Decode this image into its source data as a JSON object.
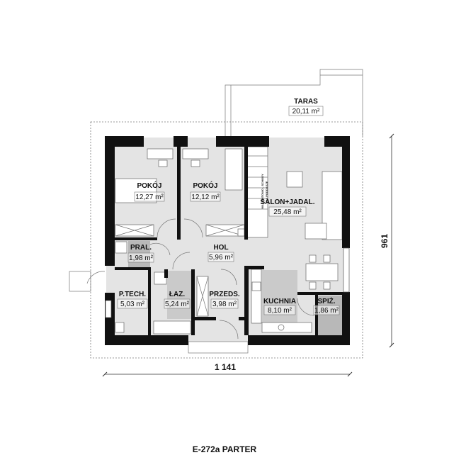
{
  "plan": {
    "caption": "E-272a PARTER",
    "dimension_width": "1 141",
    "dimension_height": "961",
    "stairs_note_line1": "WARIANTOWO - SCHODY",
    "stairs_note_line2": "NA PODDASZE",
    "rooms": [
      {
        "name": "TARAS",
        "area": "20,11 m²"
      },
      {
        "name": "POKÓJ",
        "area": "12,27 m²"
      },
      {
        "name": "POKÓJ",
        "area": "12,12 m²"
      },
      {
        "name": "SALON+JADAL.",
        "area": "25,48 m²"
      },
      {
        "name": "PRAL.",
        "area": "1,98 m²"
      },
      {
        "name": "HOL",
        "area": "5,96 m²"
      },
      {
        "name": "P.TECH.",
        "area": "5,03 m²"
      },
      {
        "name": "ŁAZ.",
        "area": "5,24 m²"
      },
      {
        "name": "PRZEDS.",
        "area": "3,98 m²"
      },
      {
        "name": "KUCHNIA",
        "area": "8,10 m²"
      },
      {
        "name": "SPIŻ.",
        "area": "1,86 m²"
      }
    ],
    "colors": {
      "floor": "#e4e4e4",
      "wall": "#111111",
      "utility": "#b8b8b8",
      "wet": "#cacaca"
    }
  }
}
